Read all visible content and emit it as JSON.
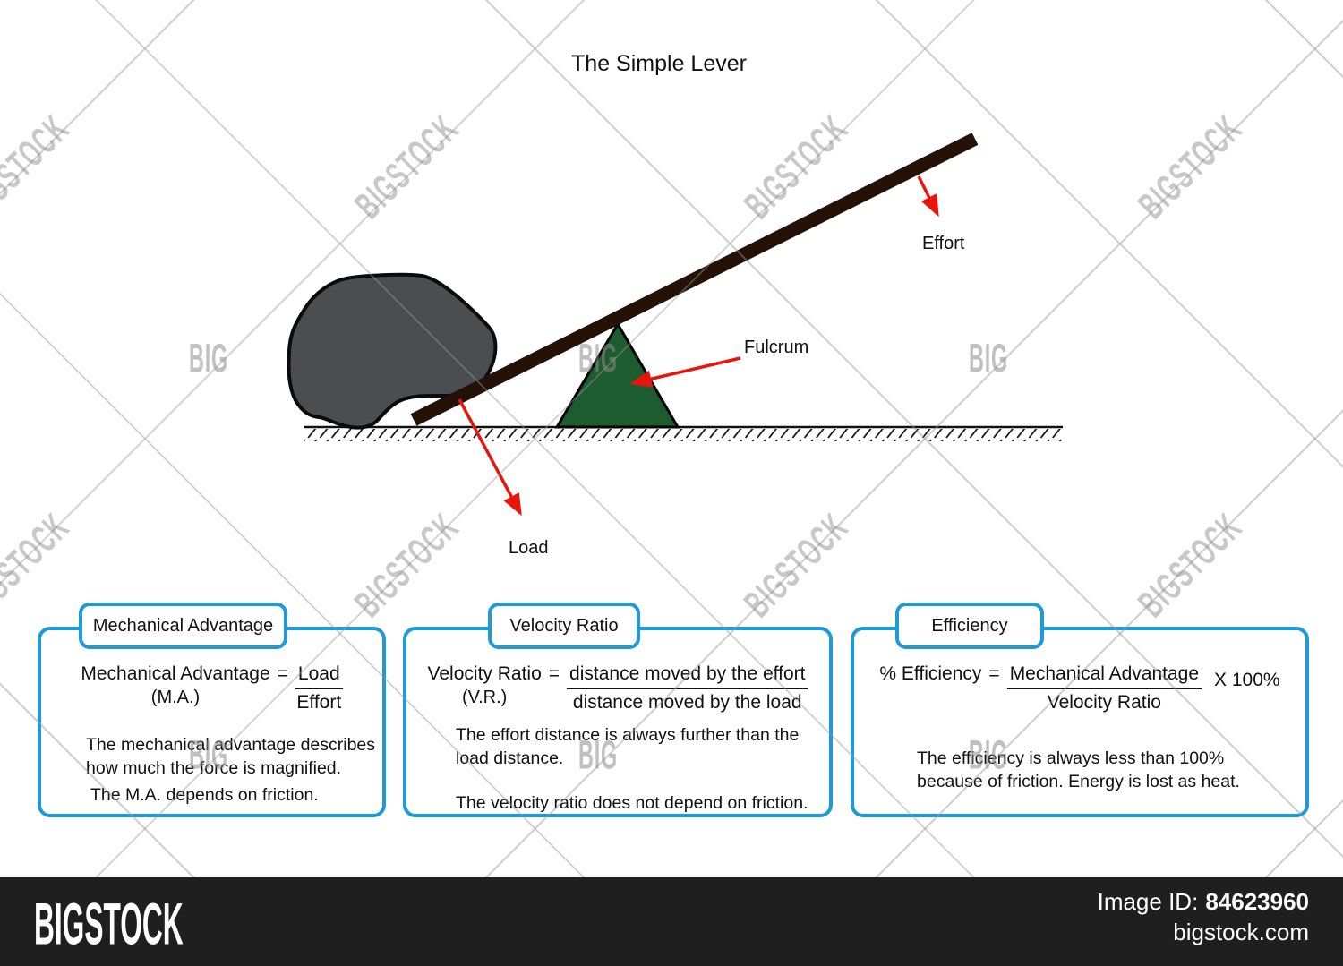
{
  "title": "The Simple Lever",
  "diagram": {
    "labels": {
      "effort": "Effort",
      "fulcrum": "Fulcrum",
      "load": "Load"
    },
    "colors": {
      "beam": "#241208",
      "rock_fill": "#4a4e50",
      "rock_outline": "#0b0b0b",
      "fulcrum_fill": "#1d5c2e",
      "arrow_red": "#e8150d",
      "ground": "#111111"
    }
  },
  "boxes": [
    {
      "title": "Mechanical Advantage",
      "formula": {
        "lhs": "Mechanical Advantage",
        "lhs_sub": "(M.A.)",
        "equals": "=",
        "numerator": "Load",
        "denominator": "Effort"
      },
      "notes": [
        "The mechanical advantage describes how much the force is magnified.",
        "The M.A. depends on friction."
      ]
    },
    {
      "title": "Velocity Ratio",
      "formula": {
        "lhs": "Velocity Ratio",
        "lhs_sub": "(V.R.)",
        "equals": "=",
        "numerator": "distance moved by the effort",
        "denominator": "distance moved by the load"
      },
      "notes": [
        "The effort distance is always further than the load distance.",
        "The velocity ratio does not depend on friction."
      ]
    },
    {
      "title": "Efficiency",
      "formula": {
        "lhs": "% Efficiency",
        "equals": "=",
        "numerator": "Mechanical Advantage",
        "denominator": "Velocity Ratio",
        "suffix": "X 100%"
      },
      "notes": [
        "The efficiency is always less than 100% because of friction. Energy is lost as heat."
      ]
    }
  ],
  "watermark": {
    "text": "BIGSTOCK",
    "short": "BIG"
  },
  "footer": {
    "brand": "BIGSTOCK",
    "image_id_label": "Image ID:",
    "image_id": "84623960",
    "site": "bigstock.com",
    "bar_color": "#1f1f1f"
  },
  "colors": {
    "box_border": "#1e9ad7"
  }
}
